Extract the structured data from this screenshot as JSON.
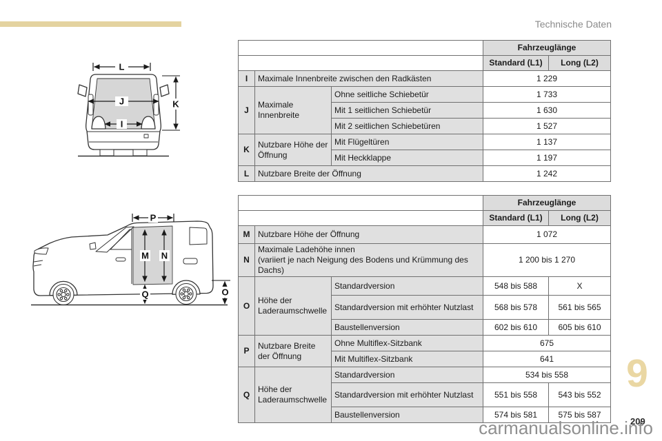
{
  "page": {
    "section_title": "Technische Daten",
    "chapter_number": "9",
    "page_number": "209",
    "watermark": "carmanualsonline.info"
  },
  "colors": {
    "accent_beige": "#e4d3a0",
    "chapter_beige": "#ead7a3",
    "header_cell_gray": "#dcdcdc",
    "label_cell_gray": "#e0e0e0",
    "border_gray": "#6f6f6f",
    "muted_text_gray": "#8a8a8a",
    "diagram_shade_gray": "#d6d6d6"
  },
  "tables": [
    {
      "id": "rear-dimensions",
      "header": {
        "title": "Fahrzeuglänge",
        "columns": [
          "Standard (L1)",
          "Long (L2)"
        ]
      },
      "rows": [
        {
          "letter": "I",
          "label": "Maximale Innenbreite zwischen den Radkästen",
          "value": "1 229"
        },
        {
          "letter": "J",
          "label": "Maximale Innenbreite",
          "subs": [
            {
              "label": "Ohne seitliche Schiebetür",
              "value": "1 733"
            },
            {
              "label": "Mit 1 seitlichen Schiebetür",
              "value": "1 630"
            },
            {
              "label": "Mit 2 seitlichen Schiebetüren",
              "value": "1 527"
            }
          ]
        },
        {
          "letter": "K",
          "label": "Nutzbare Höhe der Öffnung",
          "subs": [
            {
              "label": "Mit Flügeltüren",
              "value": "1 137"
            },
            {
              "label": "Mit Heckklappe",
              "value": "1 197"
            }
          ]
        },
        {
          "letter": "L",
          "label": "Nutzbare Breite der Öffnung",
          "value": "1 242"
        }
      ]
    },
    {
      "id": "side-dimensions",
      "header": {
        "title": "Fahrzeuglänge",
        "columns": [
          "Standard (L1)",
          "Long (L2)"
        ]
      },
      "rows": [
        {
          "letter": "M",
          "label": "Nutzbare Höhe der Öffnung",
          "value": "1 072"
        },
        {
          "letter": "N",
          "label": "Maximale Ladehöhe innen\n(variiert je nach Neigung des Bodens und Krümmung des Dachs)",
          "value": "1 200 bis 1 270"
        },
        {
          "letter": "O",
          "label": "Höhe der Laderaumschwelle",
          "subs": [
            {
              "label": "Standardversion",
              "values": [
                "548 bis 588",
                "X"
              ]
            },
            {
              "label": "Standardversion mit erhöhter Nutzlast",
              "values": [
                "568 bis 578",
                "561 bis 565"
              ]
            },
            {
              "label": "Baustellenversion",
              "values": [
                "602 bis 610",
                "605 bis 610"
              ]
            }
          ]
        },
        {
          "letter": "P",
          "label": "Nutzbare Breite der Öffnung",
          "subs": [
            {
              "label": "Ohne Multiflex-Sitzbank",
              "value": "675"
            },
            {
              "label": "Mit Multiflex-Sitzbank",
              "value": "641"
            }
          ]
        },
        {
          "letter": "Q",
          "label": "Höhe der Laderaumschwelle",
          "subs": [
            {
              "label": "Standardversion",
              "value": "534 bis 558"
            },
            {
              "label": "Standardversion mit erhöhter Nutzlast",
              "values": [
                "551 bis 558",
                "543 bis 552"
              ]
            },
            {
              "label": "Baustellenversion",
              "values": [
                "574 bis 581",
                "575 bis 587"
              ]
            }
          ]
        }
      ]
    }
  ],
  "diagrams": {
    "rear": {
      "l": "L",
      "j": "J",
      "i": "I",
      "k": "K"
    },
    "side": {
      "p": "P",
      "m": "M",
      "n": "N",
      "q": "Q",
      "o": "O"
    }
  }
}
